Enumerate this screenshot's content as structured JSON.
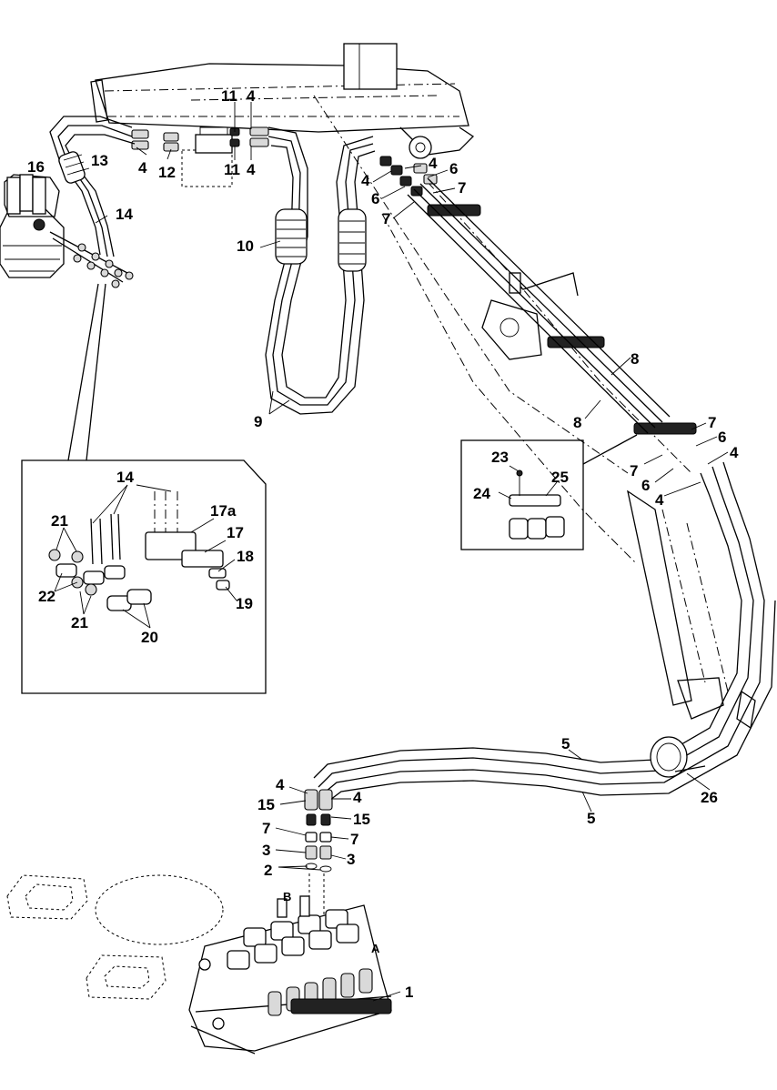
{
  "callouts": {
    "c1": "1",
    "c2": "2",
    "c3": "3",
    "c4": "4",
    "c5": "5",
    "c6": "6",
    "c7": "7",
    "c8": "8",
    "c9": "9",
    "c10": "10",
    "c11": "11",
    "c12": "12",
    "c13": "13",
    "c14": "14",
    "c15": "15",
    "c16": "16",
    "c17": "17",
    "c17a": "17a",
    "c18": "18",
    "c19": "19",
    "c20": "20",
    "c21": "21",
    "c22": "22",
    "c23": "23",
    "c24": "24",
    "c25": "25",
    "c26": "26"
  },
  "port_labels": {
    "a": "A",
    "b": "B"
  }
}
